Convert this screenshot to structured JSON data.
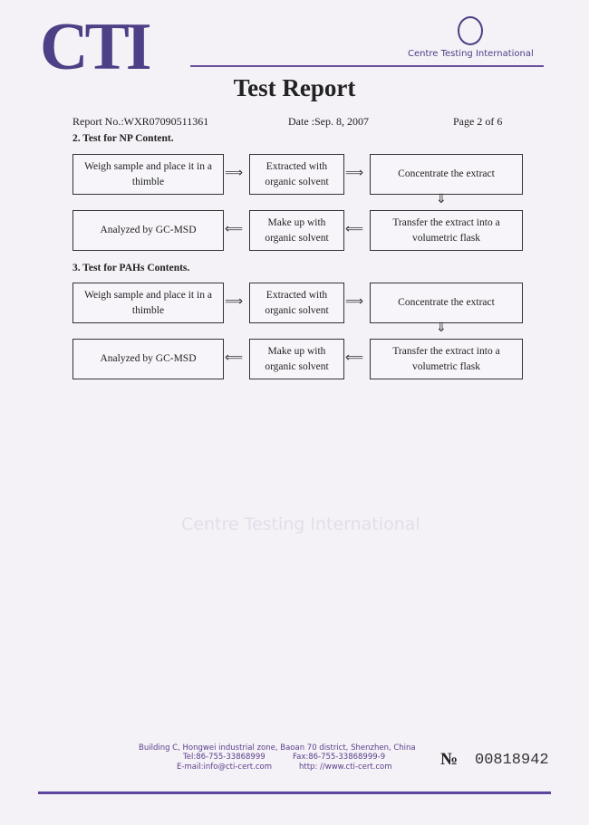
{
  "header": {
    "logo": "CTI",
    "company": "Centre Testing International",
    "title": "Test Report"
  },
  "meta": {
    "report_no": "Report No.:WXR07090511361",
    "date": "Date :Sep. 8, 2007",
    "page": "Page 2 of 6"
  },
  "sections": [
    {
      "heading": "2. Test for NP Content.",
      "steps": [
        "Weigh sample and place it in a thimble",
        "Extracted with organic solvent",
        "Concentrate the extract",
        "Transfer the extract into a volumetric flask",
        "Make up with organic solvent",
        "Analyzed by GC-MSD"
      ]
    },
    {
      "heading": "3. Test for PAHs Contents.",
      "steps": [
        "Weigh sample and place it in a thimble",
        "Extracted with organic solvent",
        "Concentrate the extract",
        "Transfer the extract into a volumetric flask",
        "Make up with organic solvent",
        "Analyzed by GC-MSD"
      ]
    }
  ],
  "watermark": "Centre Testing International",
  "footer": {
    "address": "Building C, Hongwei industrial zone, Baoan 70 district, Shenzhen, China",
    "tel": "Tel:86-755-33868999",
    "fax": "Fax:86-755-33868999-9",
    "email": "E-mail:info@cti-cert.com",
    "web": "http: //www.cti-cert.com",
    "no_label": "№",
    "serial": "00818942"
  }
}
